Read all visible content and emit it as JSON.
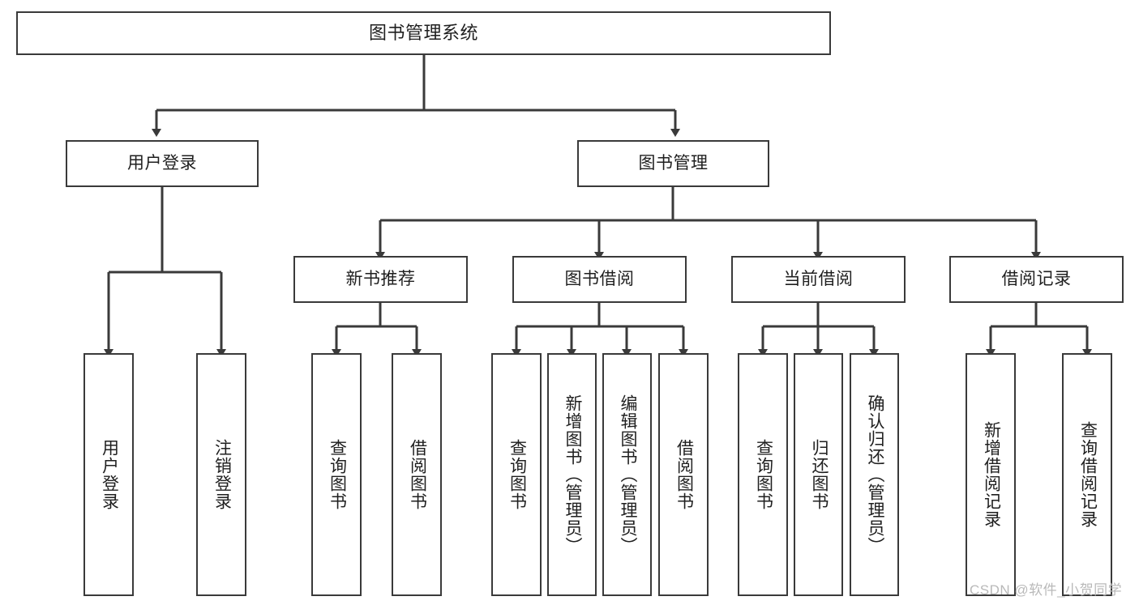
{
  "diagram": {
    "title": "图书管理系统",
    "type": "hierarchy-tree",
    "colors": {
      "box_border": "#3a3a3a",
      "box_fill": "#ffffff",
      "connector": "#3a3a3a",
      "text": "#1f1f1f",
      "watermark": "#b9b9b9",
      "background": "#ffffff"
    },
    "nodes": {
      "root": {
        "label": "图书管理系统"
      },
      "level1": [
        {
          "id": "user-login",
          "label": "用户登录"
        },
        {
          "id": "book-manage",
          "label": "图书管理"
        }
      ],
      "level2": [
        {
          "id": "new-book-recommend",
          "label": "新书推荐"
        },
        {
          "id": "book-borrow",
          "label": "图书借阅"
        },
        {
          "id": "current-borrow",
          "label": "当前借阅"
        },
        {
          "id": "borrow-record",
          "label": "借阅记录"
        }
      ],
      "leaves": [
        {
          "id": "leaf-user-login",
          "label": "用户登录",
          "parent": "user-login"
        },
        {
          "id": "leaf-logout-login",
          "label": "注销登录",
          "parent": "user-login"
        },
        {
          "id": "leaf-query-book-1",
          "label": "查询图书",
          "parent": "new-book-recommend"
        },
        {
          "id": "leaf-borrow-book-1",
          "label": "借阅图书",
          "parent": "new-book-recommend"
        },
        {
          "id": "leaf-query-book-2",
          "label": "查询图书",
          "parent": "book-borrow"
        },
        {
          "id": "leaf-add-book",
          "label": "新增图书（管理员）",
          "parent": "book-borrow"
        },
        {
          "id": "leaf-edit-book",
          "label": "编辑图书（管理员）",
          "parent": "book-borrow"
        },
        {
          "id": "leaf-borrow-book-2",
          "label": "借阅图书",
          "parent": "book-borrow"
        },
        {
          "id": "leaf-query-book-3",
          "label": "查询图书",
          "parent": "current-borrow"
        },
        {
          "id": "leaf-return-book",
          "label": "归还图书",
          "parent": "current-borrow"
        },
        {
          "id": "leaf-confirm-return",
          "label": "确认归还（管理员）",
          "parent": "current-borrow"
        },
        {
          "id": "leaf-add-record",
          "label": "新增借阅记录",
          "parent": "borrow-record"
        },
        {
          "id": "leaf-query-record",
          "label": "查询借阅记录",
          "parent": "borrow-record"
        }
      ]
    }
  },
  "watermark": {
    "text": "CSDN @软件_小贺同学"
  }
}
